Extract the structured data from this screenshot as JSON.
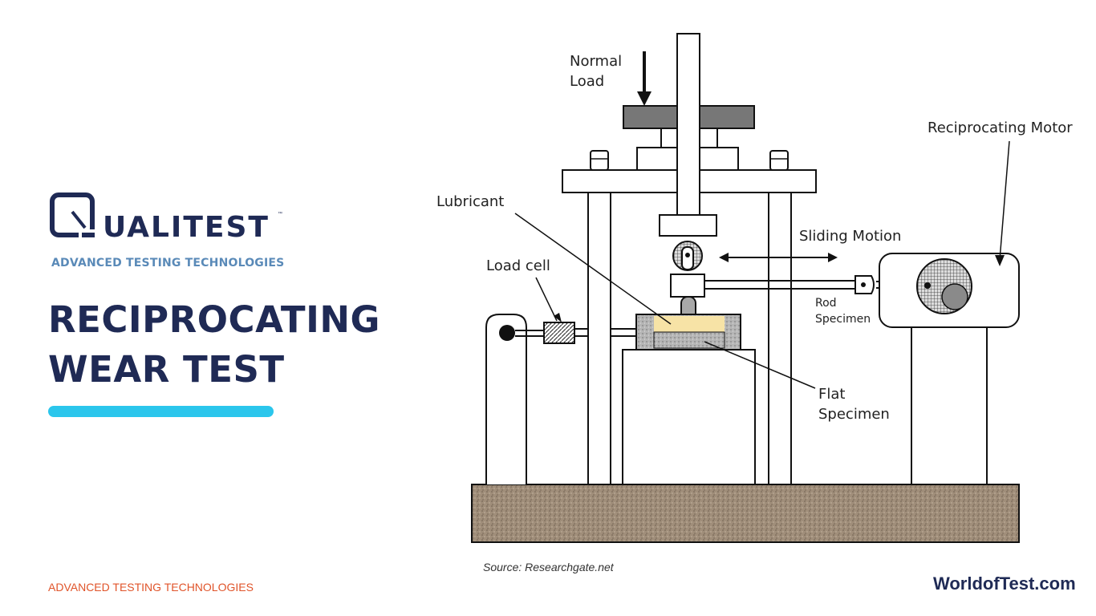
{
  "brand": {
    "logo_word": "UALITEST",
    "trademark": "™",
    "tagline": "ADVANCED TESTING TECHNOLOGIES"
  },
  "title": {
    "line1": "RECIPROCATING",
    "line2": "WEAR TEST"
  },
  "diagram": {
    "labels": {
      "normal_load_1": "Normal",
      "normal_load_2": "Load",
      "reciprocating_motor": "Reciprocating Motor",
      "lubricant": "Lubricant",
      "sliding_motion": "Sliding Motion",
      "load_cell": "Load cell",
      "rod_specimen_1": "Rod",
      "rod_specimen_2": "Specimen",
      "flat_specimen_1": "Flat",
      "flat_specimen_2": "Specimen"
    },
    "source": "Source: Researchgate.net"
  },
  "footer": {
    "left": "ADVANCED TESTING TECHNOLOGIES",
    "right": "WorldofTest.com"
  },
  "colors": {
    "navy": "#1f2a55",
    "accent_cyan": "#2bc6ec",
    "footer_orange": "#e0542a",
    "tagline_blue": "#5a8ab8",
    "lubricant": "#f7e3a6",
    "base": "#a08e7a"
  }
}
